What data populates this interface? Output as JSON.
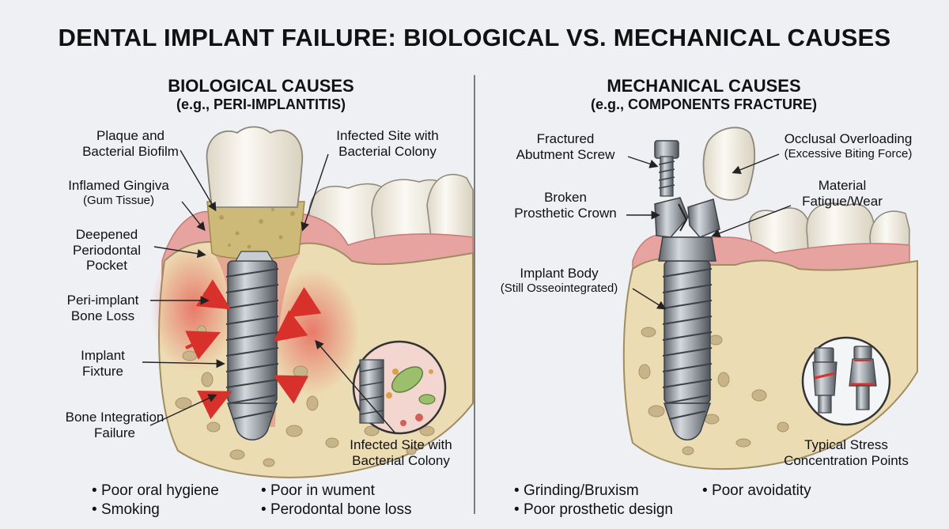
{
  "title": "DENTAL IMPLANT FAILURE: BIOLOGICAL VS. MECHANICAL CAUSES",
  "biological": {
    "heading": "BIOLOGICAL CAUSES",
    "subheading": "(e.g., PERI-IMPLANTITIS)",
    "labels": {
      "plaque_l1": "Plaque and",
      "plaque_l2": "Bacterial Biofilm",
      "gingiva_l1": "Inflamed Gingiva",
      "gingiva_l2": "(Gum Tissue)",
      "pocket_l1": "Deepened",
      "pocket_l2": "Periodontal",
      "pocket_l3": "Pocket",
      "boneloss_l1": "Peri-implant",
      "boneloss_l2": "Bone Loss",
      "fixture_l1": "Implant",
      "fixture_l2": "Fixture",
      "integration_l1": "Bone Integration",
      "integration_l2": "Failure",
      "infected_top_l1": "Infected Site with",
      "infected_top_l2": "Bacterial Colony",
      "infected_bottom_l1": "Infected Site with",
      "infected_bottom_l2": "Bacterial Colony"
    },
    "bullets": [
      "Poor oral hygiene",
      "Smoking",
      "Poor in wument",
      "Perodontal bone loss"
    ]
  },
  "mechanical": {
    "heading": "MECHANICAL CAUSES",
    "subheading": "(e.g., COMPONENTS FRACTURE)",
    "labels": {
      "screw_l1": "Fractured",
      "screw_l2": "Abutment Screw",
      "crown_l1": "Broken",
      "crown_l2": "Prosthetic Crown",
      "body_l1": "Implant Body",
      "body_l2": "(Still Osseointegrated)",
      "overload_l1": "Occlusal Overloading",
      "overload_l2": "(Excessive Biting Force)",
      "fatigue_l1": "Material",
      "fatigue_l2": "Fatigue/Wear",
      "stress_l1": "Typical Stress",
      "stress_l2": "Concentration Points"
    },
    "bullets": [
      "Grinding/Bruxism",
      "Poor avoidatity",
      "Poor prosthetic design"
    ]
  },
  "colors": {
    "background": "#eef0f3",
    "bone": "#ecdcb4",
    "gum": "#e7a3a0",
    "inflammation": "#e0403a",
    "metal": "#8f959c",
    "tooth": "#f6f2e8",
    "plaque": "#cdb978"
  }
}
